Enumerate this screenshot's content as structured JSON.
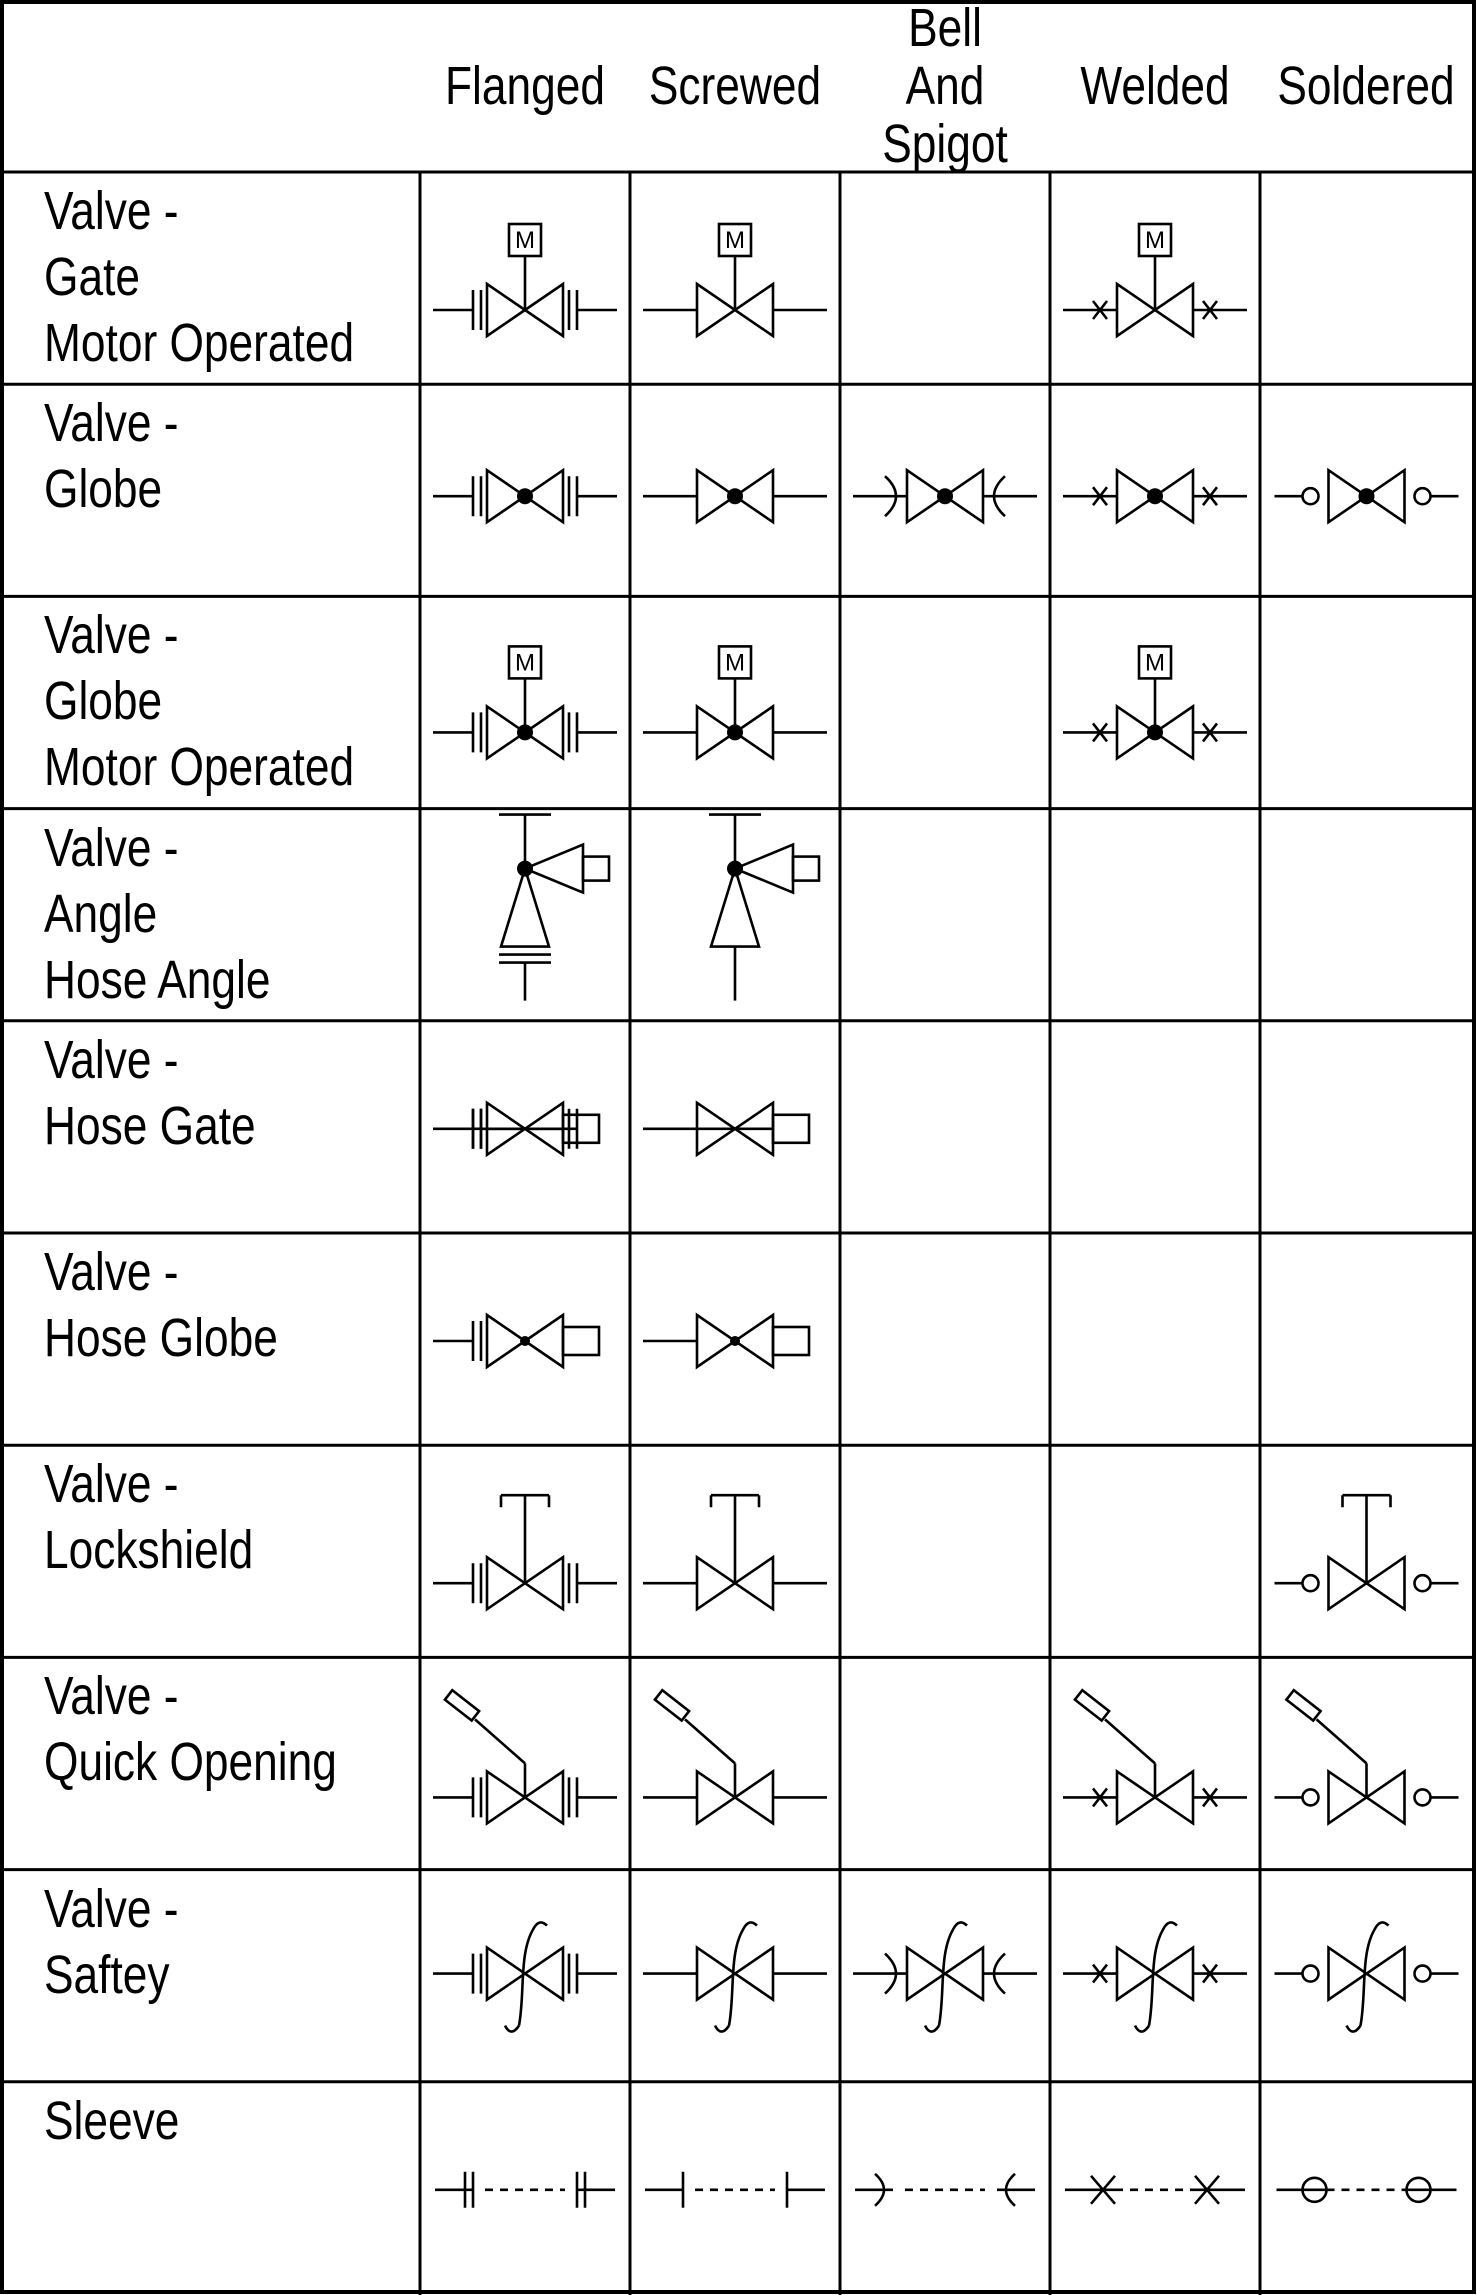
{
  "columns": [
    "Flanged",
    "Screwed",
    "Bell And Spigot",
    "Welded",
    "Soldered"
  ],
  "rows": [
    {
      "label_lines": [
        "Valve -",
        "Gate",
        "Motor Operated"
      ],
      "symbols": [
        "gate-motor-flanged",
        "gate-motor-screwed",
        null,
        "gate-motor-welded",
        null
      ]
    },
    {
      "label_lines": [
        "Valve -",
        "Globe"
      ],
      "symbols": [
        "globe-flanged",
        "globe-screwed",
        "globe-bell",
        "globe-welded",
        "globe-soldered"
      ]
    },
    {
      "label_lines": [
        "Valve -",
        "Globe",
        "Motor Operated"
      ],
      "symbols": [
        "globe-motor-flanged",
        "globe-motor-screwed",
        null,
        "globe-motor-welded",
        null
      ]
    },
    {
      "label_lines": [
        "Valve -",
        "Angle",
        "Hose Angle"
      ],
      "symbols": [
        "angle-hose-flanged",
        "angle-hose-screwed",
        null,
        null,
        null
      ]
    },
    {
      "label_lines": [
        "Valve -",
        "Hose Gate"
      ],
      "symbols": [
        "hose-gate-flanged",
        "hose-gate-screwed",
        null,
        null,
        null
      ]
    },
    {
      "label_lines": [
        "Valve -",
        "Hose Globe"
      ],
      "symbols": [
        "hose-globe-flanged",
        "hose-globe-screwed",
        null,
        null,
        null
      ]
    },
    {
      "label_lines": [
        "Valve -",
        "Lockshield"
      ],
      "symbols": [
        "lockshield-flanged",
        "lockshield-screwed",
        null,
        null,
        "lockshield-soldered"
      ]
    },
    {
      "label_lines": [
        "Valve -",
        "Quick Opening"
      ],
      "symbols": [
        "quick-flanged",
        "quick-screwed",
        null,
        "quick-welded",
        "quick-soldered"
      ]
    },
    {
      "label_lines": [
        "Valve -",
        "Saftey"
      ],
      "symbols": [
        "safety-flanged",
        "safety-screwed",
        "safety-bell",
        "safety-welded",
        "safety-soldered"
      ]
    },
    {
      "label_lines": [
        "Sleeve"
      ],
      "symbols": [
        "sleeve-flanged",
        "sleeve-screwed",
        "sleeve-bell",
        "sleeve-welded",
        "sleeve-soldered"
      ]
    }
  ],
  "motor_letter": "M"
}
